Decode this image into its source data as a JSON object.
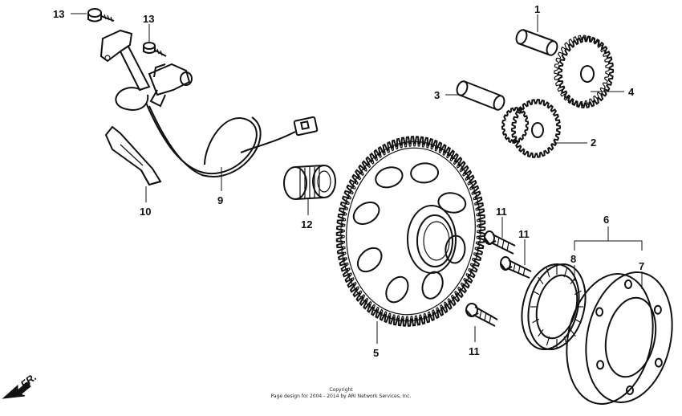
{
  "callouts": [
    {
      "id": "c1",
      "text": "1"
    },
    {
      "id": "c2",
      "text": "2"
    },
    {
      "id": "c3",
      "text": "3"
    },
    {
      "id": "c4",
      "text": "4"
    },
    {
      "id": "c5",
      "text": "5"
    },
    {
      "id": "c6",
      "text": "6"
    },
    {
      "id": "c7",
      "text": "7"
    },
    {
      "id": "c8",
      "text": "8"
    },
    {
      "id": "c9",
      "text": "9"
    },
    {
      "id": "c10",
      "text": "10"
    },
    {
      "id": "c11a",
      "text": "11"
    },
    {
      "id": "c11b",
      "text": "11"
    },
    {
      "id": "c11c",
      "text": "11"
    },
    {
      "id": "c12",
      "text": "12"
    },
    {
      "id": "c13a",
      "text": "13"
    },
    {
      "id": "c13b",
      "text": "13"
    }
  ],
  "direction_label": "FR.",
  "copyright": {
    "line1": "Copyright",
    "line2": "Page design for 2004 - 2014 by ARI Network Services, Inc."
  },
  "gear": {
    "teeth": 96,
    "holes": 8
  }
}
